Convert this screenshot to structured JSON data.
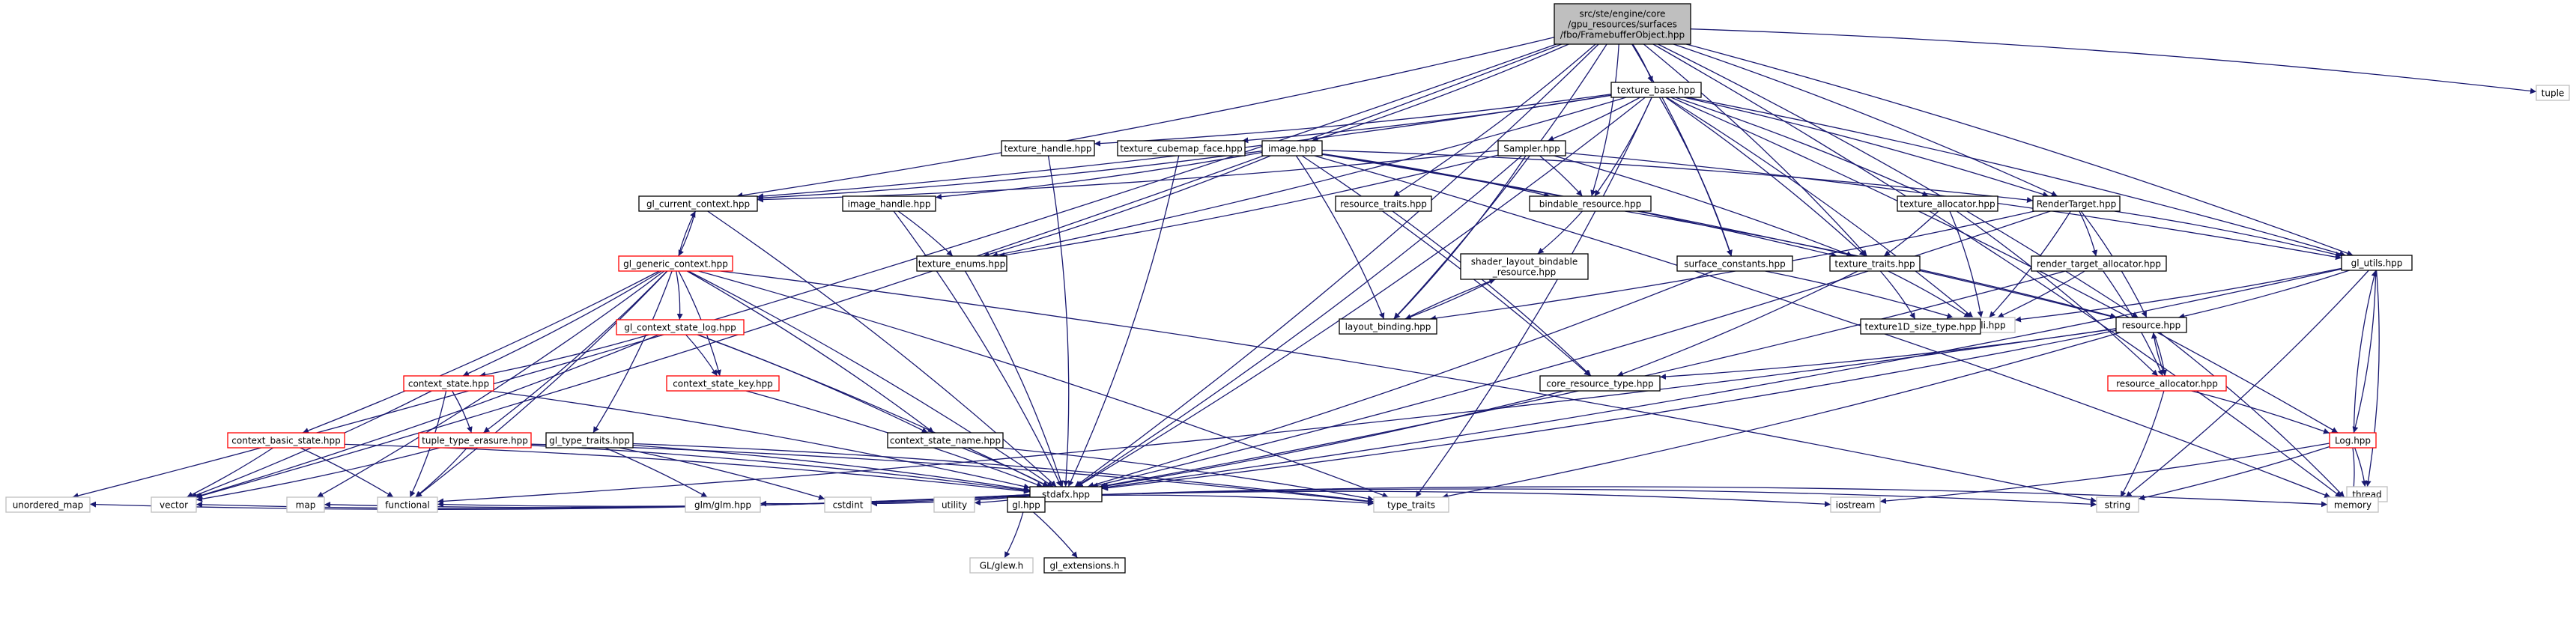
{
  "diagram": {
    "kind": "include dependency graph",
    "colors": {
      "edge": "#191970",
      "root_fill": "#bfbfbf",
      "root_border": "#000000",
      "file_border": "#000000",
      "truncated_border": "#ff0000",
      "external_border": "#bfbfbf",
      "external_text": "#000000"
    },
    "nodes": [
      {
        "id": "root",
        "lines": [
          "src/ste/engine/core",
          "/gpu_resources/surfaces",
          "/fbo/FramebufferObject.hpp"
        ],
        "kind": "root"
      },
      {
        "id": "texture_base",
        "lines": [
          "texture_base.hpp"
        ],
        "kind": "file"
      },
      {
        "id": "tuple",
        "lines": [
          "tuple"
        ],
        "kind": "external"
      },
      {
        "id": "texture_handle",
        "lines": [
          "texture_handle.hpp"
        ],
        "kind": "file"
      },
      {
        "id": "texture_cubemap_face",
        "lines": [
          "texture_cubemap_face.hpp"
        ],
        "kind": "file"
      },
      {
        "id": "image",
        "lines": [
          "image.hpp"
        ],
        "kind": "file"
      },
      {
        "id": "sampler",
        "lines": [
          "Sampler.hpp"
        ],
        "kind": "file"
      },
      {
        "id": "gl_current_context",
        "lines": [
          "gl_current_context.hpp"
        ],
        "kind": "file"
      },
      {
        "id": "image_handle",
        "lines": [
          "image_handle.hpp"
        ],
        "kind": "file"
      },
      {
        "id": "resource_traits",
        "lines": [
          "resource_traits.hpp"
        ],
        "kind": "file"
      },
      {
        "id": "bindable_resource",
        "lines": [
          "bindable_resource.hpp"
        ],
        "kind": "file"
      },
      {
        "id": "texture_allocator",
        "lines": [
          "texture_allocator.hpp"
        ],
        "kind": "file"
      },
      {
        "id": "render_target",
        "lines": [
          "RenderTarget.hpp"
        ],
        "kind": "file"
      },
      {
        "id": "gl_utils",
        "lines": [
          "gl_utils.hpp"
        ],
        "kind": "file"
      },
      {
        "id": "gl_generic_context",
        "lines": [
          "gl_generic_context.hpp"
        ],
        "kind": "truncated"
      },
      {
        "id": "texture_enums",
        "lines": [
          "texture_enums.hpp"
        ],
        "kind": "file"
      },
      {
        "id": "shader_layout",
        "lines": [
          "shader_layout_bindable",
          "_resource.hpp"
        ],
        "kind": "file"
      },
      {
        "id": "surface_constants",
        "lines": [
          "surface_constants.hpp"
        ],
        "kind": "file"
      },
      {
        "id": "texture_traits",
        "lines": [
          "texture_traits.hpp"
        ],
        "kind": "file"
      },
      {
        "id": "render_target_allocator",
        "lines": [
          "render_target_allocator.hpp"
        ],
        "kind": "file"
      },
      {
        "id": "gli",
        "lines": [
          "gli/gli.hpp"
        ],
        "kind": "external"
      },
      {
        "id": "gl_context_state_log",
        "lines": [
          "gl_context_state_log.hpp"
        ],
        "kind": "truncated"
      },
      {
        "id": "resource",
        "lines": [
          "resource.hpp"
        ],
        "kind": "file"
      },
      {
        "id": "layout_binding",
        "lines": [
          "layout_binding.hpp"
        ],
        "kind": "file"
      },
      {
        "id": "texture1d_size_type",
        "lines": [
          "texture1D_size_type.hpp"
        ],
        "kind": "file"
      },
      {
        "id": "context_state",
        "lines": [
          "context_state.hpp"
        ],
        "kind": "truncated"
      },
      {
        "id": "context_state_key",
        "lines": [
          "context_state_key.hpp"
        ],
        "kind": "truncated"
      },
      {
        "id": "core_resource_type",
        "lines": [
          "core_resource_type.hpp"
        ],
        "kind": "file"
      },
      {
        "id": "resource_allocator",
        "lines": [
          "resource_allocator.hpp"
        ],
        "kind": "truncated"
      },
      {
        "id": "context_basic_state",
        "lines": [
          "context_basic_state.hpp"
        ],
        "kind": "truncated"
      },
      {
        "id": "tuple_type_erasure",
        "lines": [
          "tuple_type_erasure.hpp"
        ],
        "kind": "truncated"
      },
      {
        "id": "gl_type_traits",
        "lines": [
          "gl_type_traits.hpp"
        ],
        "kind": "file"
      },
      {
        "id": "context_state_name",
        "lines": [
          "context_state_name.hpp"
        ],
        "kind": "file"
      },
      {
        "id": "log",
        "lines": [
          "Log.hpp"
        ],
        "kind": "truncated"
      },
      {
        "id": "thread",
        "lines": [
          "thread"
        ],
        "kind": "external"
      },
      {
        "id": "stdafx",
        "lines": [
          "stdafx.hpp"
        ],
        "kind": "file"
      },
      {
        "id": "unordered_map",
        "lines": [
          "unordered_map"
        ],
        "kind": "external"
      },
      {
        "id": "vector",
        "lines": [
          "vector"
        ],
        "kind": "external"
      },
      {
        "id": "map",
        "lines": [
          "map"
        ],
        "kind": "external"
      },
      {
        "id": "functional",
        "lines": [
          "functional"
        ],
        "kind": "external"
      },
      {
        "id": "glm",
        "lines": [
          "glm/glm.hpp"
        ],
        "kind": "external"
      },
      {
        "id": "cstdint",
        "lines": [
          "cstdint"
        ],
        "kind": "external"
      },
      {
        "id": "utility",
        "lines": [
          "utility"
        ],
        "kind": "external"
      },
      {
        "id": "gl_hpp",
        "lines": [
          "gl.hpp"
        ],
        "kind": "file"
      },
      {
        "id": "type_traits",
        "lines": [
          "type_traits"
        ],
        "kind": "external"
      },
      {
        "id": "iostream",
        "lines": [
          "iostream"
        ],
        "kind": "external"
      },
      {
        "id": "string",
        "lines": [
          "string"
        ],
        "kind": "external"
      },
      {
        "id": "memory",
        "lines": [
          "memory"
        ],
        "kind": "external"
      },
      {
        "id": "glew",
        "lines": [
          "GL/glew.h"
        ],
        "kind": "external"
      },
      {
        "id": "gl_extensions",
        "lines": [
          "gl_extensions.h"
        ],
        "kind": "file"
      }
    ],
    "edges": [
      [
        "root",
        "texture_base"
      ],
      [
        "root",
        "tuple"
      ],
      [
        "root",
        "image"
      ],
      [
        "root",
        "resource_traits"
      ],
      [
        "root",
        "bindable_resource"
      ],
      [
        "root",
        "surface_constants"
      ],
      [
        "root",
        "texture_traits"
      ],
      [
        "root",
        "render_target"
      ],
      [
        "root",
        "gl_utils"
      ],
      [
        "root",
        "resource"
      ],
      [
        "root",
        "gl_current_context"
      ],
      [
        "root",
        "layout_binding"
      ],
      [
        "root",
        "stdafx"
      ],
      [
        "root",
        "unordered_map"
      ],
      [
        "root",
        "vector"
      ],
      [
        "root",
        "memory"
      ],
      [
        "texture_base",
        "texture_handle"
      ],
      [
        "texture_base",
        "texture_cubemap_face"
      ],
      [
        "texture_base",
        "sampler"
      ],
      [
        "texture_base",
        "gl_current_context"
      ],
      [
        "texture_base",
        "bindable_resource"
      ],
      [
        "texture_base",
        "texture_allocator"
      ],
      [
        "texture_base",
        "render_target"
      ],
      [
        "texture_base",
        "gl_utils"
      ],
      [
        "texture_base",
        "texture_enums"
      ],
      [
        "texture_base",
        "surface_constants"
      ],
      [
        "texture_base",
        "texture_traits"
      ],
      [
        "texture_base",
        "gli"
      ],
      [
        "texture_base",
        "stdafx"
      ],
      [
        "texture_base",
        "type_traits"
      ],
      [
        "texture_base",
        "log"
      ],
      [
        "texture_handle",
        "stdafx"
      ],
      [
        "texture_cubemap_face",
        "stdafx"
      ],
      [
        "image",
        "gl_current_context"
      ],
      [
        "image",
        "image_handle"
      ],
      [
        "image",
        "bindable_resource"
      ],
      [
        "image",
        "texture_enums"
      ],
      [
        "image",
        "layout_binding"
      ],
      [
        "image",
        "core_resource_type"
      ],
      [
        "image",
        "render_target"
      ],
      [
        "image",
        "resource"
      ],
      [
        "image",
        "texture_traits"
      ],
      [
        "image",
        "memory"
      ],
      [
        "sampler",
        "gl_current_context"
      ],
      [
        "sampler",
        "bindable_resource"
      ],
      [
        "sampler",
        "texture_enums"
      ],
      [
        "sampler",
        "layout_binding"
      ],
      [
        "sampler",
        "texture_traits"
      ],
      [
        "sampler",
        "stdafx"
      ],
      [
        "sampler",
        "gl_utils"
      ],
      [
        "gl_current_context",
        "gl_generic_context"
      ],
      [
        "gl_current_context",
        "stdafx"
      ],
      [
        "image_handle",
        "texture_enums"
      ],
      [
        "image_handle",
        "stdafx"
      ],
      [
        "resource_traits",
        "core_resource_type"
      ],
      [
        "bindable_resource",
        "shader_layout"
      ],
      [
        "bindable_resource",
        "resource"
      ],
      [
        "texture_allocator",
        "texture_traits"
      ],
      [
        "texture_allocator",
        "gli"
      ],
      [
        "texture_allocator",
        "resource_allocator"
      ],
      [
        "render_target",
        "gl_utils"
      ],
      [
        "render_target",
        "gli"
      ],
      [
        "render_target",
        "render_target_allocator"
      ],
      [
        "render_target",
        "resource"
      ],
      [
        "render_target",
        "stdafx"
      ],
      [
        "render_target",
        "layout_binding"
      ],
      [
        "gl_utils",
        "gli"
      ],
      [
        "gl_utils",
        "resource"
      ],
      [
        "gl_utils",
        "string"
      ],
      [
        "gl_utils",
        "thread"
      ],
      [
        "gl_utils",
        "log"
      ],
      [
        "gl_utils",
        "stdafx"
      ],
      [
        "gl_generic_context",
        "gl_current_context"
      ],
      [
        "gl_generic_context",
        "gl_context_state_log"
      ],
      [
        "gl_generic_context",
        "context_state"
      ],
      [
        "gl_generic_context",
        "context_state_key"
      ],
      [
        "gl_generic_context",
        "context_basic_state"
      ],
      [
        "gl_generic_context",
        "tuple_type_erasure"
      ],
      [
        "gl_generic_context",
        "gl_type_traits"
      ],
      [
        "gl_generic_context",
        "context_state_name"
      ],
      [
        "gl_generic_context",
        "stdafx"
      ],
      [
        "gl_generic_context",
        "type_traits"
      ],
      [
        "gl_generic_context",
        "string"
      ],
      [
        "gl_generic_context",
        "map"
      ],
      [
        "gl_generic_context",
        "functional"
      ],
      [
        "texture_enums",
        "stdafx"
      ],
      [
        "shader_layout",
        "layout_binding"
      ],
      [
        "layout_binding",
        "shader_layout"
      ],
      [
        "surface_constants",
        "stdafx"
      ],
      [
        "surface_constants",
        "gli"
      ],
      [
        "texture_traits",
        "gli"
      ],
      [
        "texture_traits",
        "texture1d_size_type"
      ],
      [
        "texture_traits",
        "core_resource_type"
      ],
      [
        "render_target_allocator",
        "gli"
      ],
      [
        "render_target_allocator",
        "resource_allocator"
      ],
      [
        "render_target_allocator",
        "stdafx"
      ],
      [
        "gl_context_state_log",
        "context_state"
      ],
      [
        "gl_context_state_log",
        "context_state_key"
      ],
      [
        "gl_context_state_log",
        "context_state_name"
      ],
      [
        "gl_context_state_log",
        "stdafx"
      ],
      [
        "gl_context_state_log",
        "vector"
      ],
      [
        "resource",
        "core_resource_type"
      ],
      [
        "resource",
        "resource_allocator"
      ],
      [
        "resource",
        "stdafx"
      ],
      [
        "resource",
        "memory"
      ],
      [
        "resource",
        "type_traits"
      ],
      [
        "resource",
        "functional"
      ],
      [
        "context_state",
        "tuple_type_erasure"
      ],
      [
        "context_state",
        "stdafx"
      ],
      [
        "context_state",
        "functional"
      ],
      [
        "context_state",
        "vector"
      ],
      [
        "context_state_key",
        "stdafx"
      ],
      [
        "core_resource_type",
        "stdafx"
      ],
      [
        "resource_allocator",
        "resource"
      ],
      [
        "resource_allocator",
        "log"
      ],
      [
        "resource_allocator",
        "string"
      ],
      [
        "context_basic_state",
        "stdafx"
      ],
      [
        "context_basic_state",
        "vector"
      ],
      [
        "context_basic_state",
        "functional"
      ],
      [
        "tuple_type_erasure",
        "stdafx"
      ],
      [
        "tuple_type_erasure",
        "functional"
      ],
      [
        "tuple_type_erasure",
        "vector"
      ],
      [
        "tuple_type_erasure",
        "type_traits"
      ],
      [
        "gl_type_traits",
        "stdafx"
      ],
      [
        "gl_type_traits",
        "glm"
      ],
      [
        "gl_type_traits",
        "cstdint"
      ],
      [
        "gl_type_traits",
        "type_traits"
      ],
      [
        "context_state_name",
        "stdafx"
      ],
      [
        "context_state_name",
        "type_traits"
      ],
      [
        "log",
        "gl_utils"
      ],
      [
        "log",
        "string"
      ],
      [
        "log",
        "iostream"
      ],
      [
        "log",
        "memory"
      ],
      [
        "log",
        "thread"
      ],
      [
        "stdafx",
        "unordered_map"
      ],
      [
        "stdafx",
        "vector"
      ],
      [
        "stdafx",
        "map"
      ],
      [
        "stdafx",
        "functional"
      ],
      [
        "stdafx",
        "glm"
      ],
      [
        "stdafx",
        "cstdint"
      ],
      [
        "stdafx",
        "utility"
      ],
      [
        "stdafx",
        "gl_hpp"
      ],
      [
        "stdafx",
        "type_traits"
      ],
      [
        "stdafx",
        "iostream"
      ],
      [
        "stdafx",
        "string"
      ],
      [
        "stdafx",
        "memory"
      ],
      [
        "gl_hpp",
        "glew"
      ],
      [
        "gl_hpp",
        "gl_extensions"
      ]
    ]
  }
}
